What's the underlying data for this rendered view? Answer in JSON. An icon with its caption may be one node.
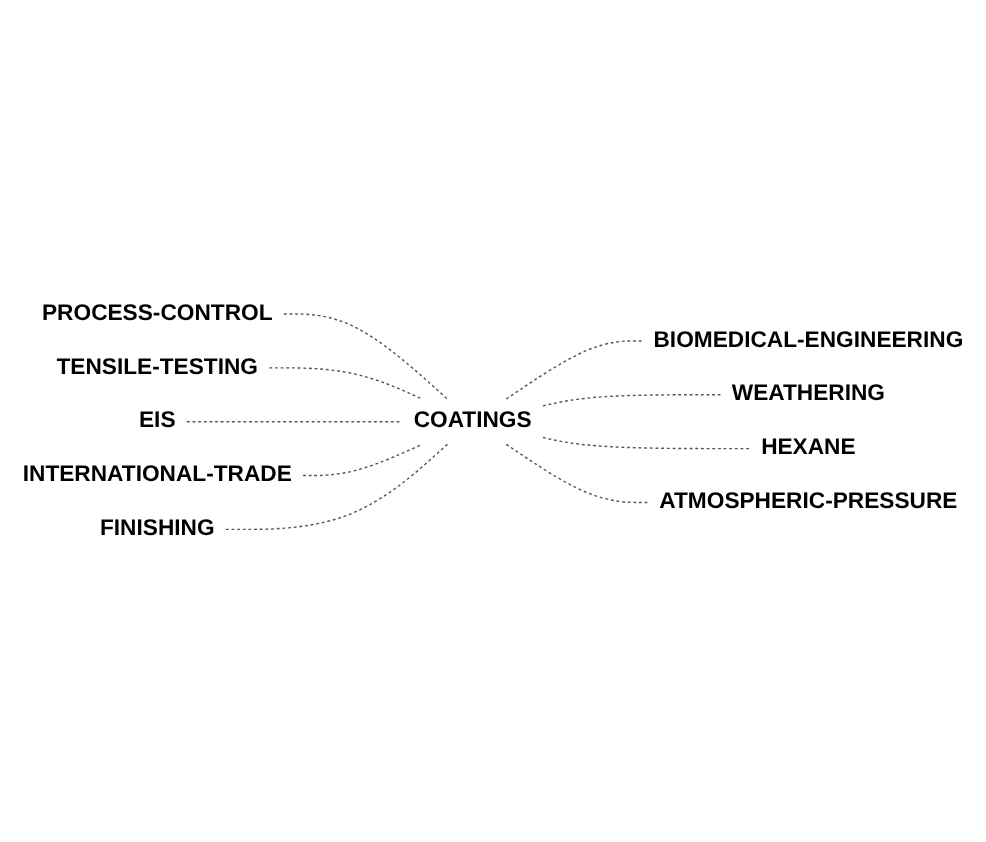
{
  "diagram": {
    "nodes": [
      {
        "text": [
          "PROCESS-CONTROL"
        ]
      },
      {
        "text": [
          "BIOMEDICAL-ENGINEERING"
        ]
      },
      {
        "text": [
          "TENSILE-TESTING"
        ]
      },
      {
        "text": [
          "WEATHERING"
        ]
      },
      {
        "text": [
          "EIS"
        ]
      },
      {
        "text": [
          "COATINGS"
        ]
      },
      {
        "text": [
          "HEXANE"
        ]
      },
      {
        "text": [
          "INTERNATIONAL-TRADE"
        ]
      },
      {
        "text": [
          "ATMOSPHERIC-PRESSURE"
        ]
      },
      {
        "text": [
          "FINISHING"
        ]
      }
    ],
    "edges": [
      {
        "from": 0,
        "to": 5,
        "arrow": "none",
        "style": "dashed"
      },
      {
        "from": 5,
        "to": 1,
        "arrow": "none",
        "style": "dashed"
      },
      {
        "from": 2,
        "to": 5,
        "arrow": "none",
        "style": "dashed"
      },
      {
        "from": 5,
        "to": 3,
        "arrow": "none",
        "style": "dashed"
      },
      {
        "from": 4,
        "to": 5,
        "arrow": "none",
        "style": "dashed"
      },
      {
        "from": 5,
        "to": 6,
        "arrow": "none",
        "style": "dashed"
      },
      {
        "from": 7,
        "to": 5,
        "arrow": "none",
        "style": "dashed"
      },
      {
        "from": 5,
        "to": 8,
        "arrow": "none",
        "style": "dashed"
      },
      {
        "from": 9,
        "to": 5,
        "arrow": "none",
        "style": "dashed"
      }
    ]
  }
}
